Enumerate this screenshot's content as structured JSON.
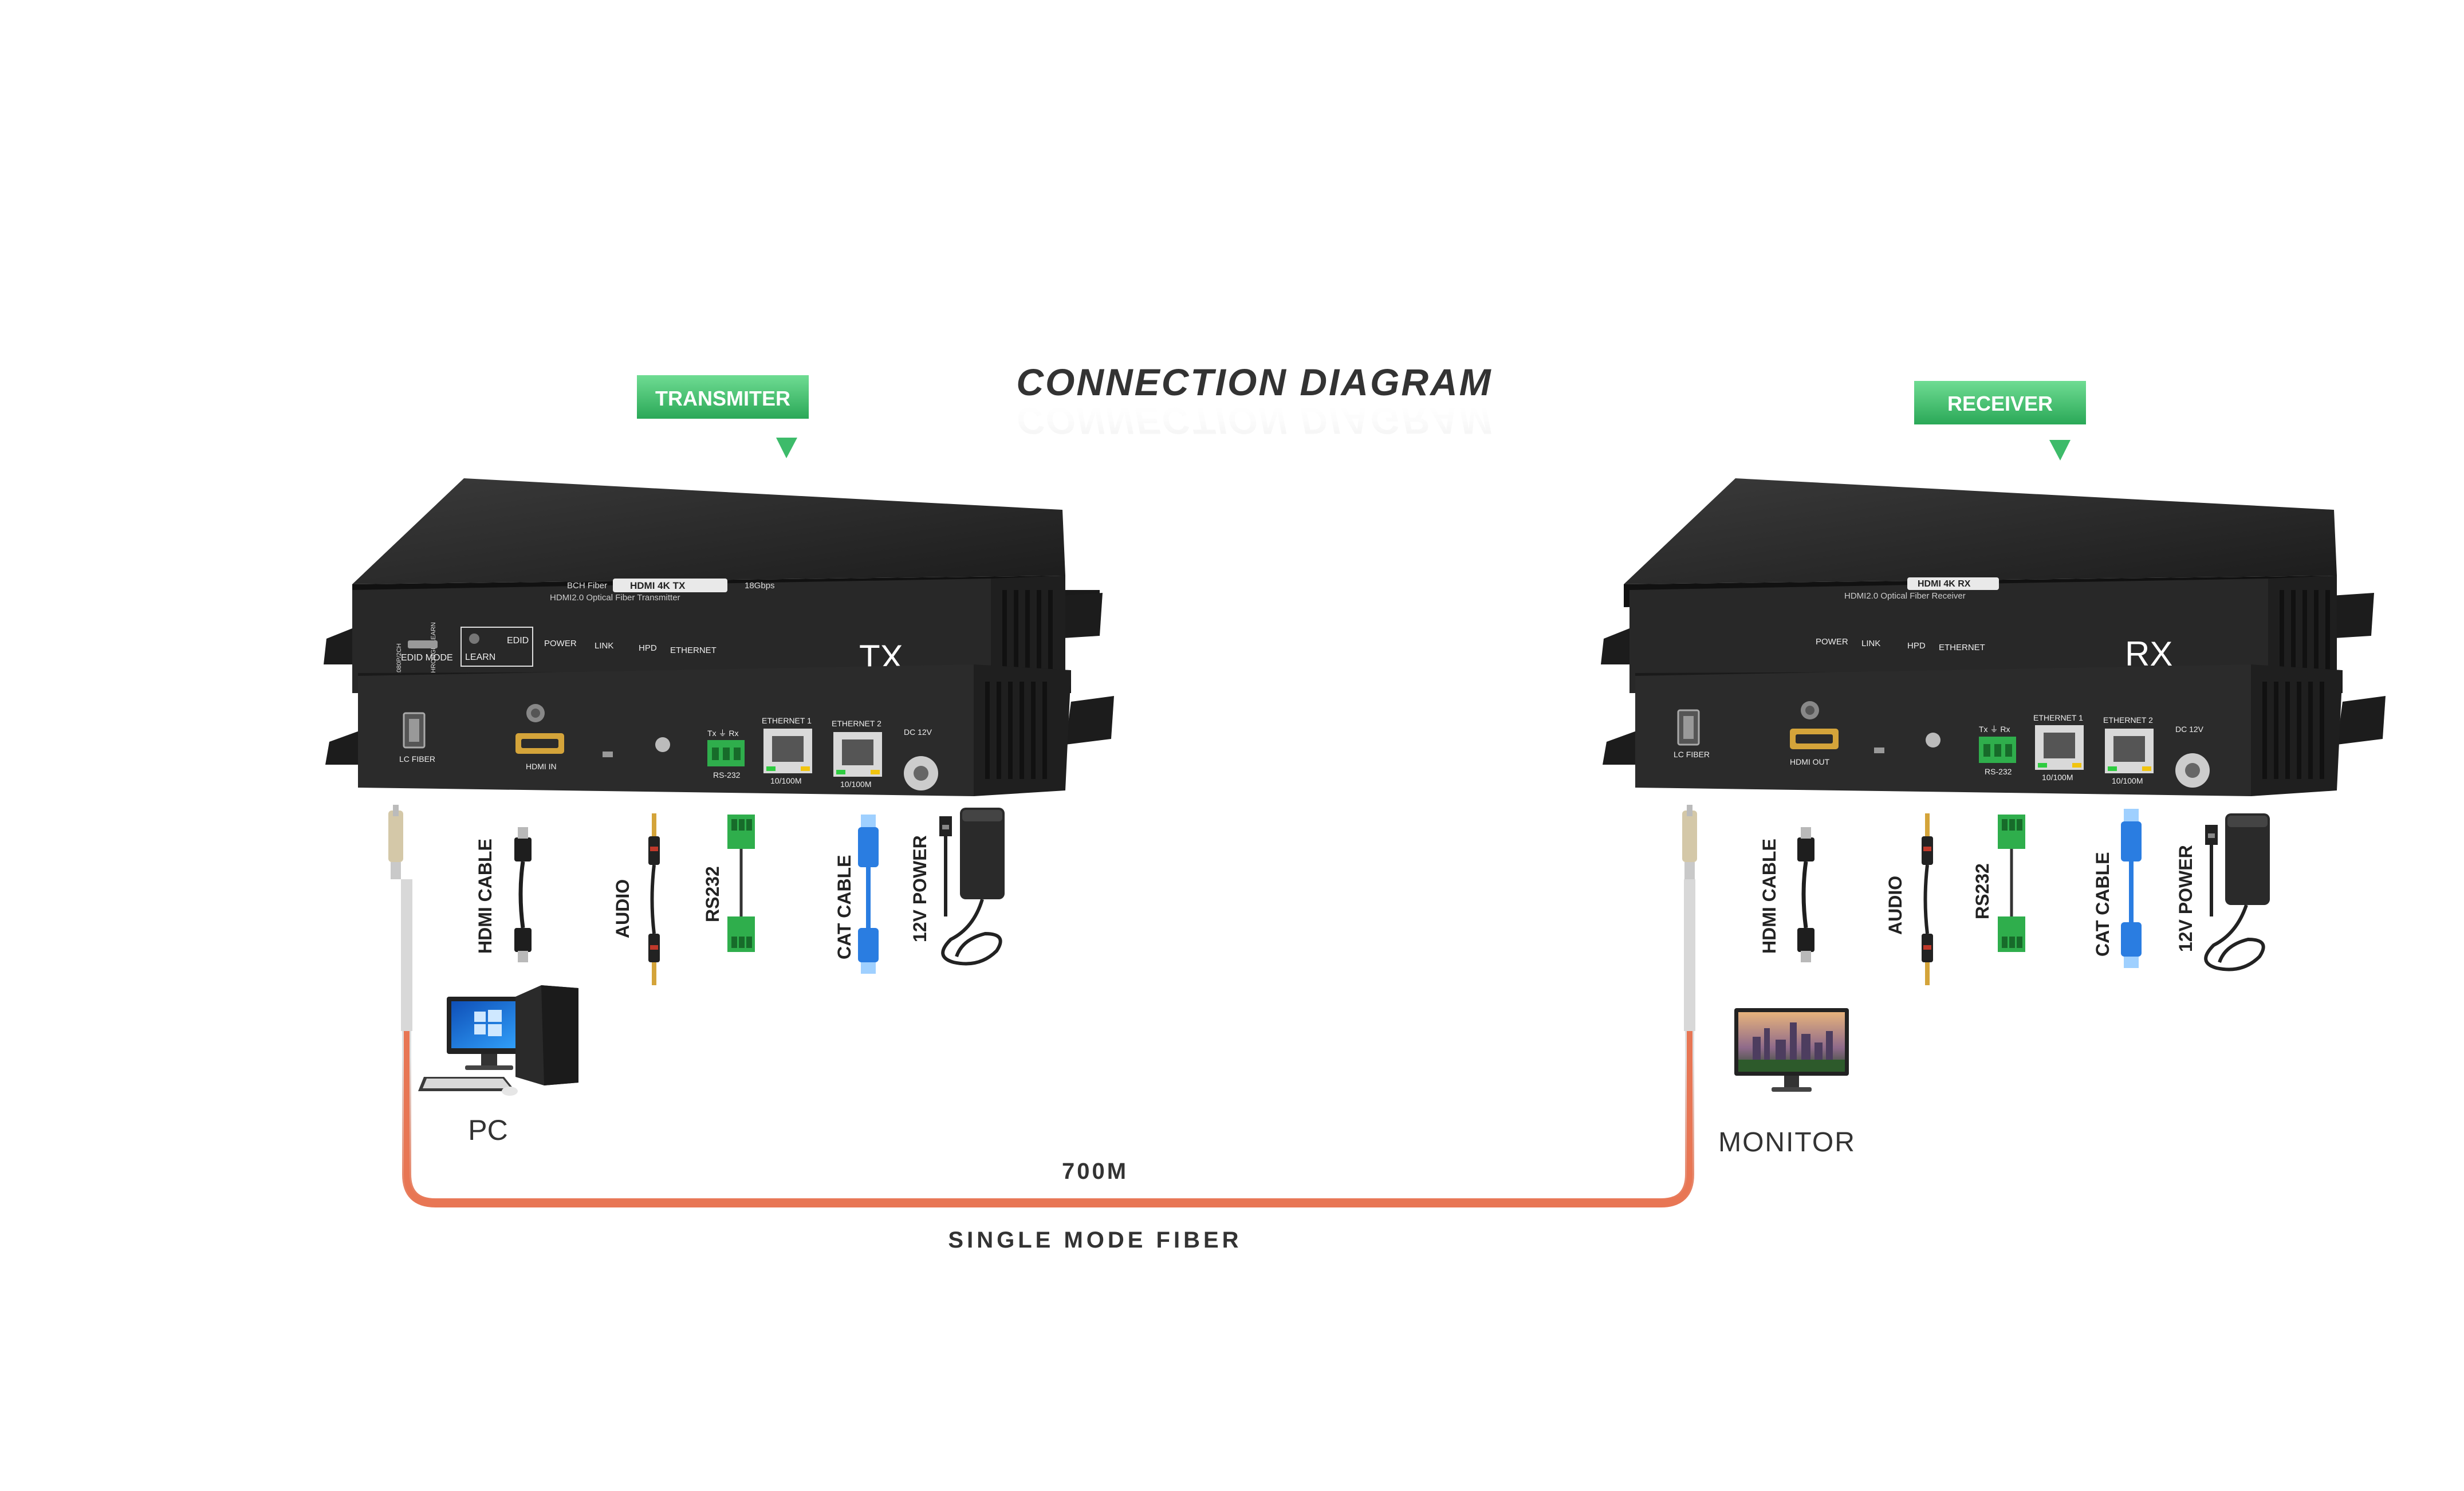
{
  "title": "CONNECTION DIAGRAM",
  "transmitter": {
    "tag": "TRANSMITER",
    "device_label": "TX",
    "top_text": [
      "BCH Fiber",
      "HDMI 4K TX",
      "18Gbps",
      "HDMI2.0 Optical Fiber Transmitter"
    ],
    "front_panel": {
      "edid_mode": "EDID MODE",
      "edid": "EDID",
      "learn": "LEARN",
      "mode_small": [
        "1080P/2CH",
        "PASSTHROUGH/LEARN"
      ],
      "indicators": [
        "POWER",
        "LINK",
        "HPD",
        "ETHERNET"
      ]
    },
    "rear_panel": {
      "lc_fiber": "LC FIBER",
      "hdmi": "HDMI IN",
      "rs232_pins": "Tx  ⏚  Rx",
      "rs232": "RS-232",
      "eth1": "ETHERNET 1",
      "eth2": "ETHERNET 2",
      "speed1": "10/100M",
      "speed2": "10/100M",
      "dc": "DC 12V"
    },
    "cables": [
      "HDMI CABLE",
      "AUDIO",
      "RS232",
      "CAT CABLE",
      "12V POWER"
    ],
    "endpoint": "PC"
  },
  "receiver": {
    "tag": "RECEIVER",
    "device_label": "RX",
    "top_text": [
      "HDMI 4K RX",
      "HDMI2.0 Optical Fiber Receiver"
    ],
    "front_panel": {
      "indicators": [
        "POWER",
        "LINK",
        "HPD",
        "ETHERNET"
      ]
    },
    "rear_panel": {
      "lc_fiber": "LC FIBER",
      "hdmi": "HDMI OUT",
      "rs232_pins": "Tx  ⏚  Rx",
      "rs232": "RS-232",
      "eth1": "ETHERNET 1",
      "eth2": "ETHERNET 2",
      "speed1": "10/100M",
      "speed2": "10/100M",
      "dc": "DC 12V"
    },
    "cables": [
      "HDMI CABLE",
      "AUDIO",
      "RS232",
      "CAT CABLE",
      "12V POWER"
    ],
    "endpoint": "MONITOR"
  },
  "link": {
    "distance": "700M",
    "medium": "SINGLE MODE FIBER"
  },
  "colors": {
    "tag_green": "#3dbb6a",
    "fiber_orange": "#e87654",
    "device_black": "#262626",
    "terminal_green": "#2fae4c",
    "cat_blue": "#2a7de1",
    "hdmi_gold": "#d4a43a"
  },
  "icons": [
    "pc-icon",
    "monitor-icon",
    "lc-fiber-connector-icon",
    "hdmi-cable-icon",
    "audio-cable-icon",
    "rs232-terminal-icon",
    "cat-cable-icon",
    "power-adapter-icon"
  ]
}
